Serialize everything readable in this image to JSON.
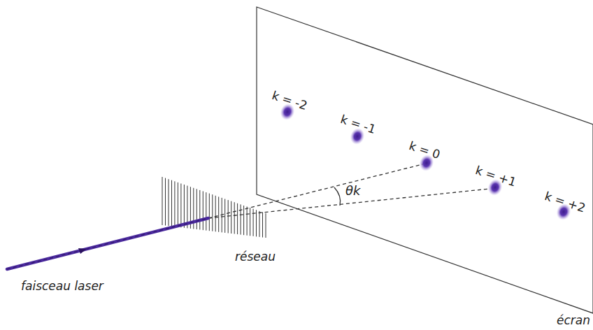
{
  "diagram": {
    "labels": [
      "k = -2",
      "k = -1",
      "k = 0",
      "k = +1",
      "k = +2",
      "θk",
      "réseau",
      "faisceau laser",
      "écran"
    ]
  }
}
